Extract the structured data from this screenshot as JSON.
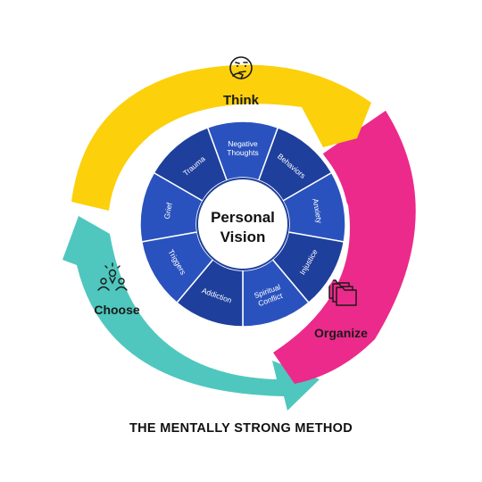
{
  "colors": {
    "think": "#fcd00b",
    "organize": "#ec2a8b",
    "choose": "#4fc7be",
    "wheel_dark": "#1e3f9c",
    "wheel_mid": "#2a52be",
    "text_dark": "#1a1a1a"
  },
  "stages": [
    {
      "label": "Think",
      "icon": "thinking-face-icon"
    },
    {
      "label": "Organize",
      "icon": "folders-icon"
    },
    {
      "label": "Choose",
      "icon": "decision-people-icon"
    }
  ],
  "center": {
    "line1": "Personal",
    "line2": "Vision"
  },
  "segments": [
    "Grief",
    "Trauma",
    "Negative Thoughts",
    "Behaviors",
    "Anxiety",
    "Injustice",
    "Spiritual Conflict",
    "Addiction",
    "Triggers"
  ],
  "footer": "THE MENTALLY STRONG METHOD"
}
